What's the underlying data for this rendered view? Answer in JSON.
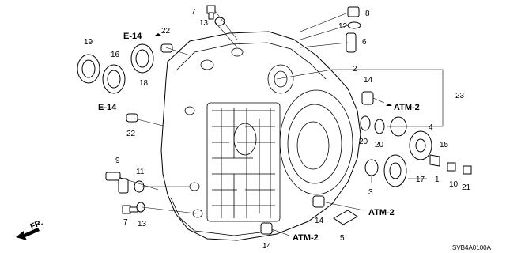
{
  "diagram": {
    "part_numbers": [
      "1",
      "2",
      "3",
      "4",
      "5",
      "6",
      "7",
      "7b",
      "8",
      "9",
      "10",
      "11",
      "12",
      "13",
      "13b",
      "14",
      "14b",
      "14c",
      "15",
      "16",
      "17",
      "18",
      "19",
      "20",
      "20b",
      "21",
      "22",
      "22b",
      "23"
    ],
    "labels": {
      "1": "1",
      "2": "2",
      "3": "3",
      "4": "4",
      "5": "5",
      "6": "6",
      "7": "7",
      "7b": "7",
      "8": "8",
      "9": "9",
      "10": "10",
      "11": "11",
      "12": "12",
      "13": "13",
      "13b": "13",
      "14": "14",
      "14b": "14",
      "14c": "14",
      "15": "15",
      "16": "16",
      "17": "17",
      "18": "18",
      "19": "19",
      "20": "20",
      "20b": "20",
      "21": "21",
      "22": "22",
      "22b": "22",
      "23": "23"
    },
    "references": {
      "e14_top": "E-14",
      "e14_mid": "E-14",
      "atm2_right": "ATM-2",
      "atm2_mid": "ATM-2",
      "atm2_bottom": "ATM-2"
    },
    "front_label": "FR.",
    "diagram_code": "SVB4A0100A"
  }
}
